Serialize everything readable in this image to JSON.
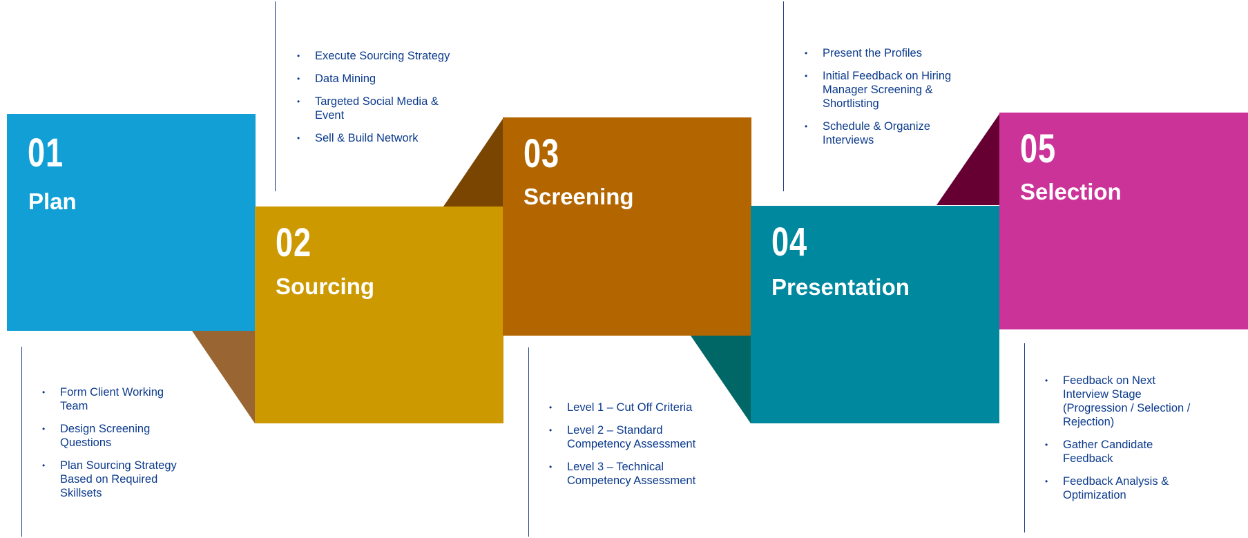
{
  "stages": [
    {
      "number": "01",
      "title": "Plan",
      "color": "#119fd6",
      "fold_color": "#996633",
      "tasks": [
        "Form Client Working Team",
        "Design Screening Questions",
        "Plan Sourcing Strategy Based on Required Skillsets"
      ]
    },
    {
      "number": "02",
      "title": "Sourcing",
      "color": "#cc9900",
      "fold_color": "#7a4500",
      "tasks": [
        "Execute Sourcing Strategy",
        "Data Mining",
        "Targeted Social Media & Event",
        "Sell & Build Network"
      ]
    },
    {
      "number": "03",
      "title": "Screening",
      "color": "#b36600",
      "fold_color": "#006666",
      "tasks": [
        "Level 1 – Cut Off Criteria",
        "Level 2 – Standard Competency Assessment",
        "Level 3 – Technical Competency Assessment"
      ]
    },
    {
      "number": "04",
      "title": "Presentation",
      "color": "#00889f",
      "fold_color": "#660033",
      "tasks": [
        "Present the Profiles",
        "Initial Feedback on Hiring Manager Screening & Shortlisting",
        "Schedule & Organize Interviews"
      ]
    },
    {
      "number": "05",
      "title": "Selection",
      "color": "#cc3399",
      "tasks": [
        "Feedback on Next Interview Stage (Progression / Selection / Rejection)",
        "Gather Candidate Feedback",
        "Feedback Analysis & Optimization"
      ]
    }
  ],
  "bullet_symbol": "•",
  "text_color": "#0b3a8c"
}
